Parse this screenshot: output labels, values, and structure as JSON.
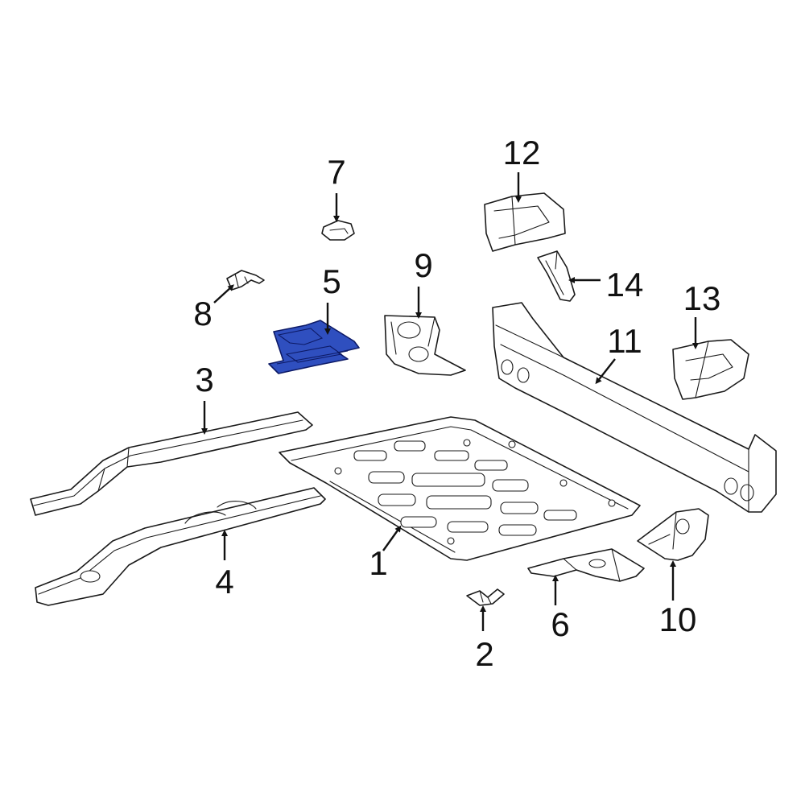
{
  "colors": {
    "highlight": "#2f4fbf",
    "highlight_stroke": "#0d1a66",
    "line": "#1a1a1a",
    "background": "#ffffff"
  },
  "callouts": {
    "c1": "1",
    "c2": "2",
    "c3": "3",
    "c4": "4",
    "c5": "5",
    "c6": "6",
    "c7": "7",
    "c8": "8",
    "c9": "9",
    "c10": "10",
    "c11": "11",
    "c12": "12",
    "c13": "13",
    "c14": "14"
  },
  "highlighted_part": "5"
}
